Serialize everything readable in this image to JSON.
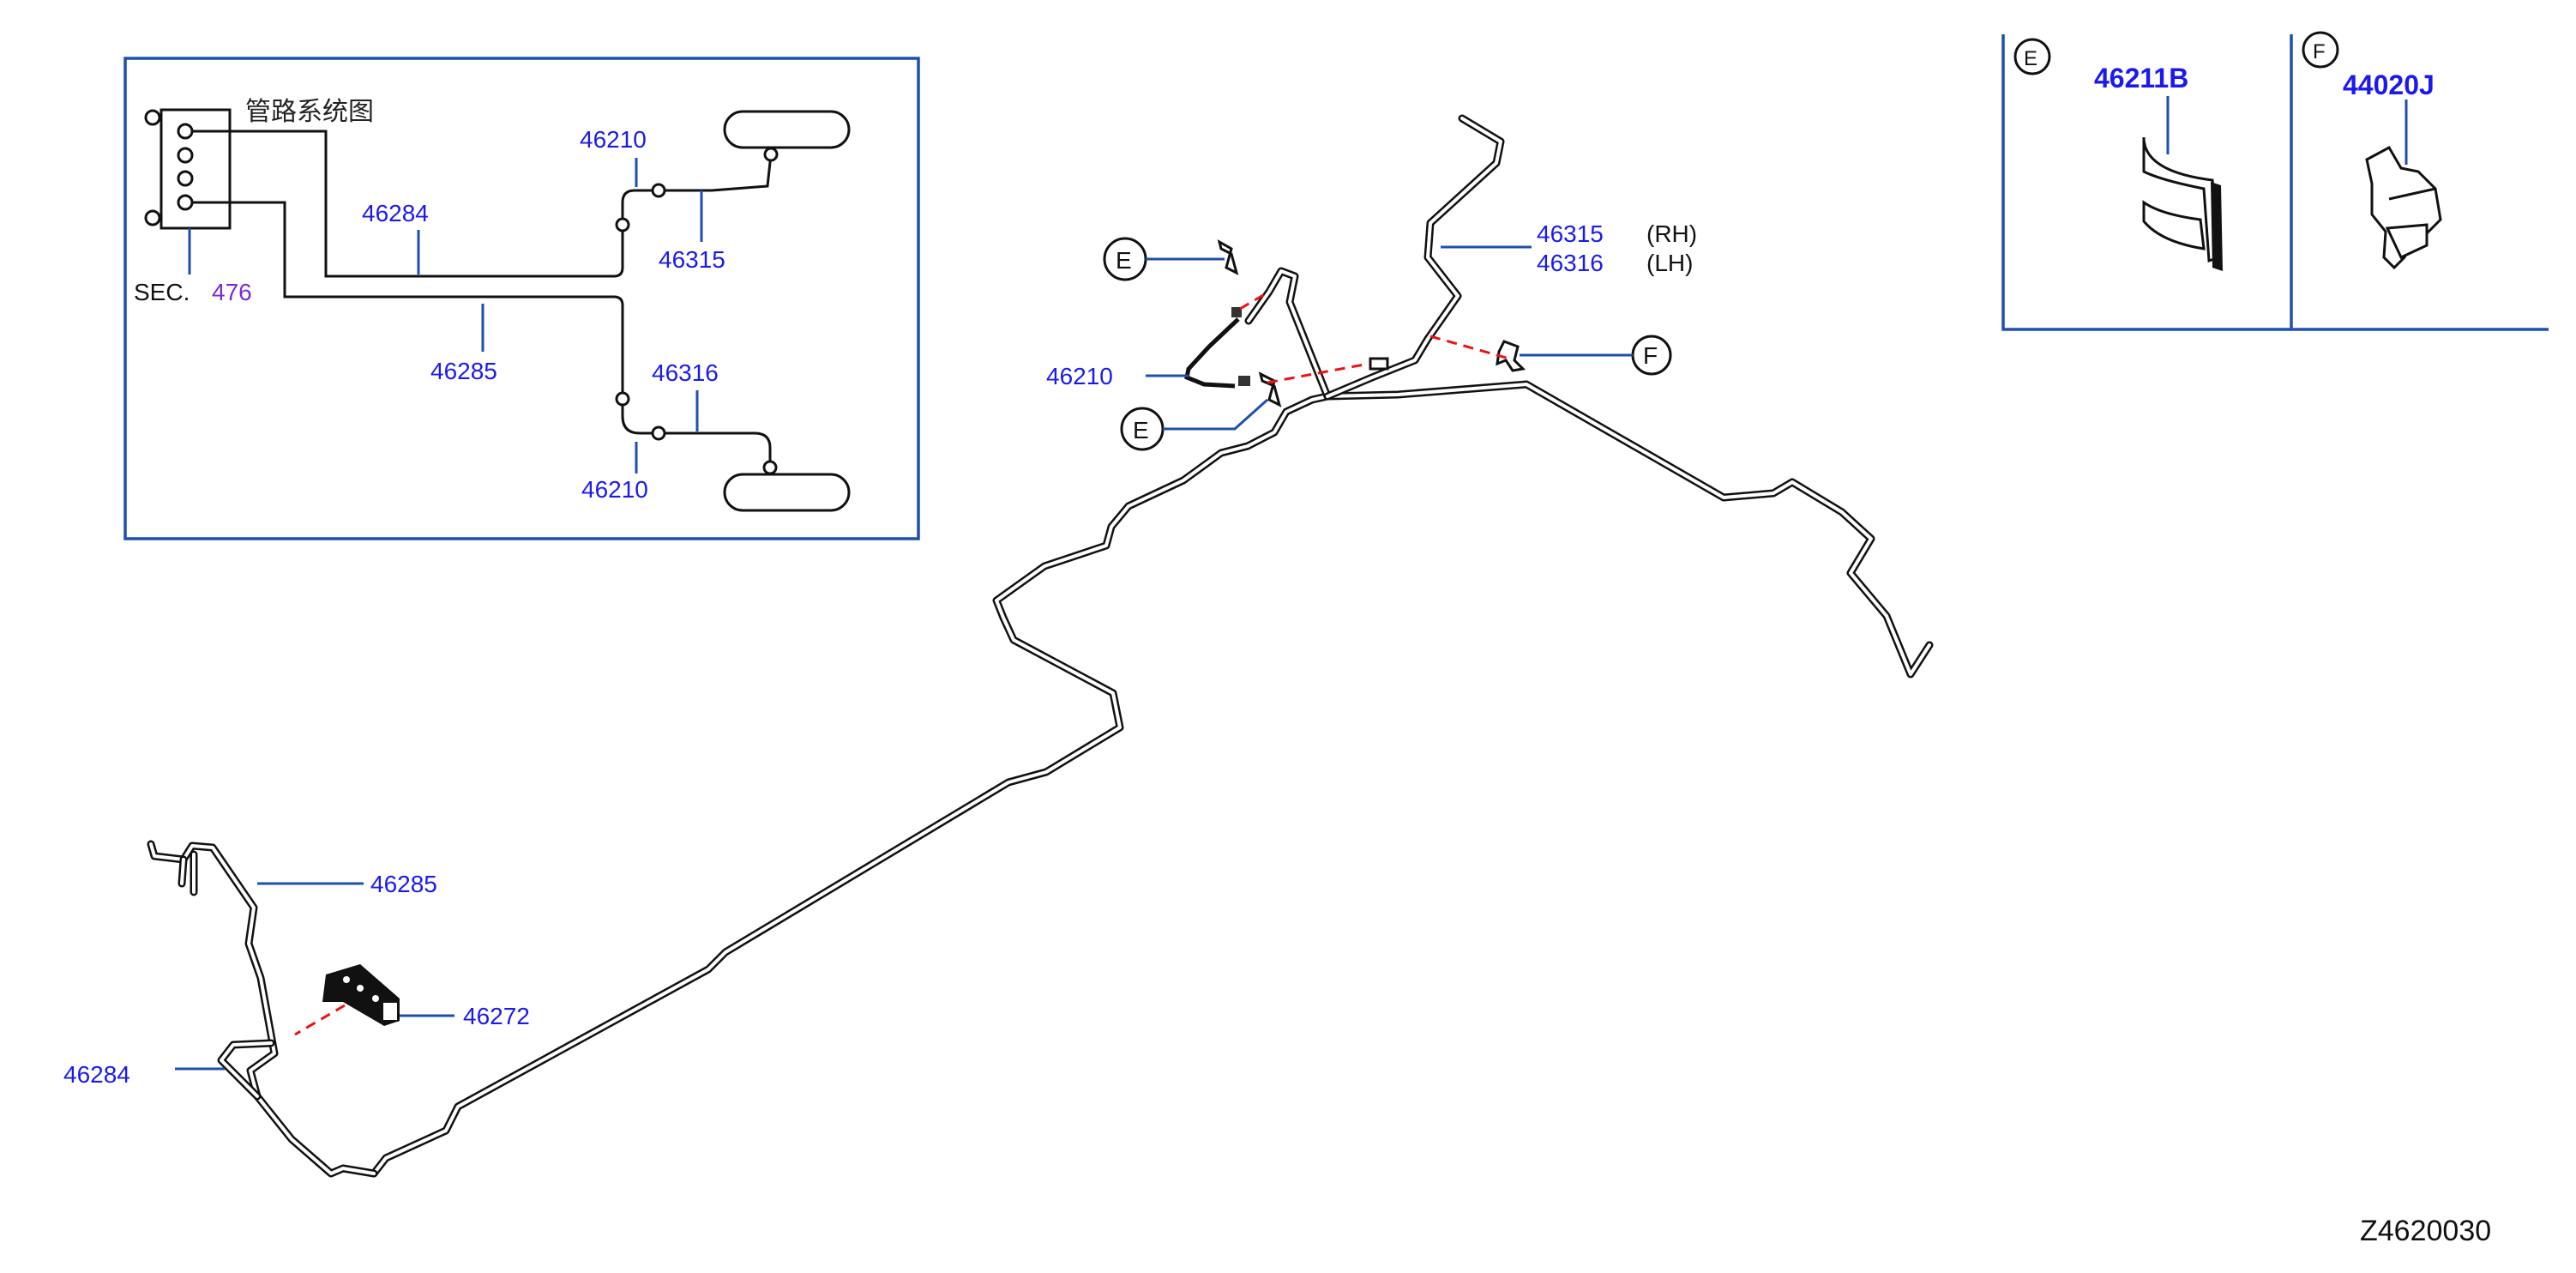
{
  "inset": {
    "title": "管路系统图",
    "sec_prefix": "SEC.",
    "sec_number": "476",
    "labels": {
      "p46210_top": "46210",
      "p46284": "46284",
      "p46315": "46315",
      "p46285": "46285",
      "p46316": "46316",
      "p46210_bottom": "46210"
    }
  },
  "main": {
    "e_callout_top": "E",
    "e_callout_bottom": "E",
    "f_callout": "F",
    "p46210": "46210",
    "p46315": "46315",
    "p46315_side": "(RH)",
    "p46316": "46316",
    "p46316_side": "(LH)",
    "p46285": "46285",
    "p46272": "46272",
    "p46284": "46284"
  },
  "details": {
    "e_letter": "E",
    "e_part": "46211B",
    "f_letter": "F",
    "f_part": "44020J"
  },
  "diagram_code": "Z4620030",
  "colors": {
    "part_number": "#1a1af0",
    "leader": "#1f4fae",
    "dashed_connector": "#e11111",
    "sec_number": "#7b2bd6"
  }
}
